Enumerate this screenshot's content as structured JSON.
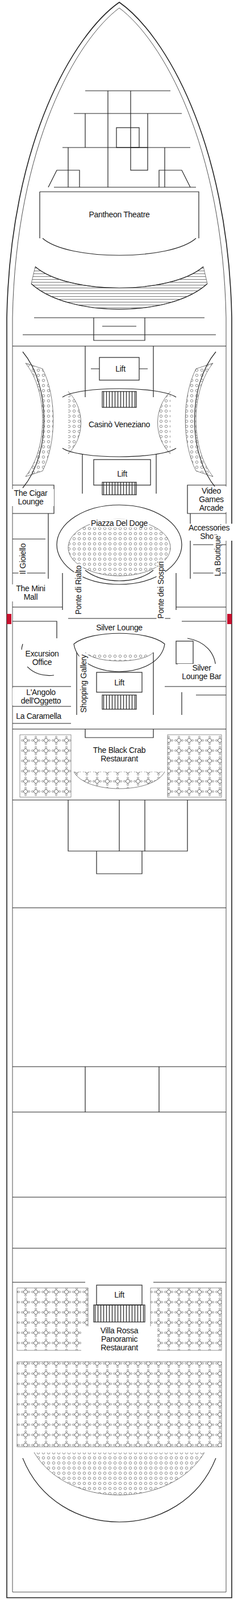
{
  "diagram": {
    "labels": [
      "Pantheon Theatre",
      "Lift",
      "Casinò Veneziano",
      "Lift",
      "Video Games Arcade",
      "The Cigar Lounge",
      "Accessories Shop",
      "Piazza Del Doge",
      "Il Gioiello",
      "La Boutique",
      "The Mini Mall",
      "Ponte di Rialto",
      "Ponte dei Sospiri",
      "Silver Lounge",
      "Excursion Office",
      "Silver Lounge Bar",
      "Lift",
      "Shopping Gallery",
      "L'Angolo dell'Oggetto",
      "La Caramella",
      "The Black Crab Restaurant",
      "Lift",
      "Villa Rossa Panoramic Restaurant"
    ]
  }
}
